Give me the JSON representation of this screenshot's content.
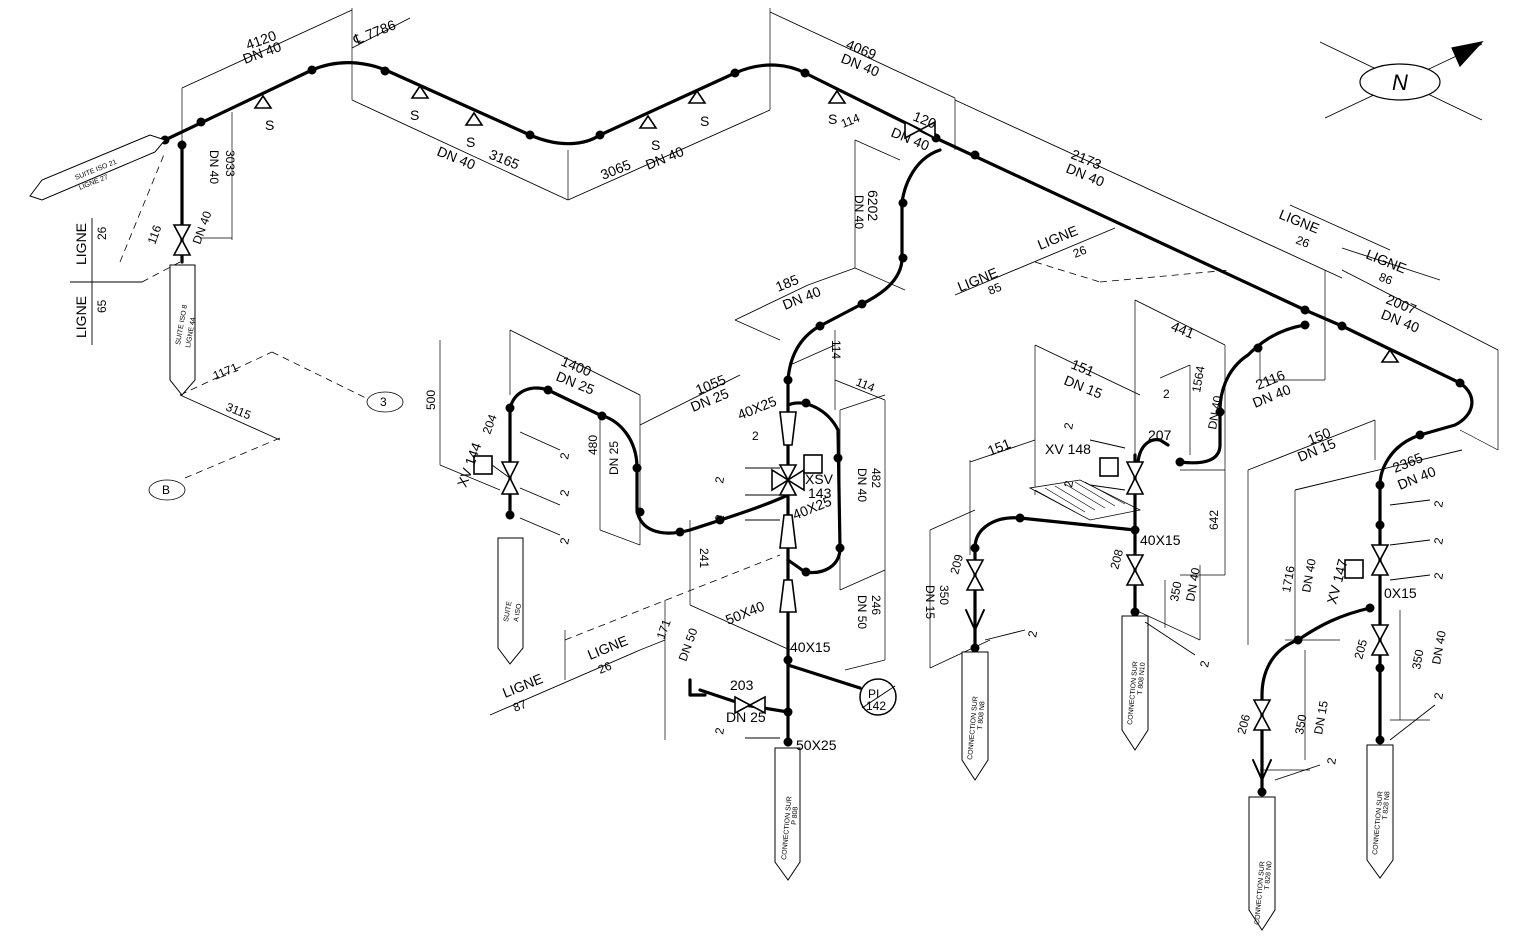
{
  "north": {
    "label": "N"
  },
  "labels": {
    "top_4120": "4120",
    "top_dn40_a": "DN 40",
    "cl_7786": "℄ 7786",
    "top_4069": "4069",
    "top_dn40_b": "DN 40",
    "s1": "S",
    "s2": "S",
    "s3": "S",
    "s4": "S",
    "s5": "S",
    "s6": "S",
    "mid_dn40_a": "DN 40",
    "mid_3165": "3165",
    "mid_3065": "3065",
    "mid_dn40_b": "DN 40",
    "s_114": "114",
    "v_120": "120",
    "v_dn40_120": "DN 40",
    "r_2173": "2173",
    "r_dn40_2173": "DN 40",
    "left_3033": "3033",
    "left_dn40_v": "DN 40",
    "left_116": "116",
    "left_dn40_116": "DN 40",
    "ligne_26_a": "LIGNE",
    "ligne_26_a_n": "26",
    "ligne_65_a": "LIGNE",
    "ligne_65_a_n": "65",
    "suite_top_1": "SUITE ISO 21",
    "suite_top_2": "LIGNE 27",
    "suite_left_1": "SUITE ISO 8",
    "suite_left_2": "LIGNE 44",
    "g_1171": "1171",
    "g_3115": "3115",
    "circle_3": "3",
    "circle_b": "B",
    "c_6202": "6202",
    "c_dn40_6202": "DN 40",
    "c_185": "185",
    "c_dn40_185": "DN 40",
    "c_114a": "114",
    "c_114b": "114",
    "c_1400": "1400",
    "c_dn25_1400": "DN 25",
    "c_1055": "1055",
    "c_dn25_1055": "DN 25",
    "c_500": "500",
    "c_204": "204",
    "xv144": "XV 144",
    "c_480": "480",
    "c_dn25_480": "DN 25",
    "two_labels": [
      "2",
      "2",
      "2",
      "2",
      "2",
      "2",
      "2",
      "2",
      "2",
      "2",
      "2",
      "2",
      "2",
      "2",
      "2",
      "2",
      "2",
      "2",
      "2",
      "2",
      "2",
      "2",
      "2"
    ],
    "suite_a": "SUITE",
    "suite_a2": "A ISO",
    "c_40x25_a": "40X25",
    "xsv": "XSV",
    "xsv_n": "143",
    "c_40x25_b": "40X25",
    "c_482": "482",
    "c_dn40_482": "DN 40",
    "c_241": "241",
    "c_50x40": "50X40",
    "c_246": "246",
    "c_dn50_246": "DN 50",
    "ligne_87": "LIGNE",
    "ligne_87_n": "87",
    "ligne_26_b": "LIGNE",
    "ligne_26_b_n": "26",
    "c_171": "171",
    "c_dn50_171": "DN 50",
    "c_40x15": "40X15",
    "pi_1": "PI",
    "pi_2": "142",
    "c_203": "203",
    "c_dn25_203": "DN 25",
    "c_50x25": "50X25",
    "conn_p": "CONNECTION SUR",
    "conn_p2": "P 808",
    "m_ligne_85": "LIGNE",
    "m_ligne_85_n": "85",
    "m_ligne_26": "LIGNE",
    "m_ligne_26_n": "26",
    "m_441": "441",
    "m_151a": "151",
    "m_dn15_151": "DN 15",
    "m_2": "2",
    "m_207": "207",
    "m_1564": "1564",
    "m_dn40_1564": "DN 40",
    "m_151b": "151",
    "xv148": "XV 148",
    "m_642": "642",
    "m_209": "209",
    "m_350_15": "350",
    "m_dn15": "DN 15",
    "m_40x15": "40X15",
    "m_208": "208",
    "m_350_40": "350",
    "m_dn40": "DN 40",
    "conn_m1": "CONNECTION SUR",
    "conn_m1b": "T 808 N8",
    "conn_m2": "CONNECTION SUR",
    "conn_m2b": "T 808 N10",
    "r_ligne_26": "LIGNE",
    "r_ligne_26_n": "26",
    "r_ligne_86": "LIGNE",
    "r_ligne_86_n": "86",
    "r_2007": "2007",
    "r_dn40_2007": "DN 40",
    "r_2116": "2116",
    "r_dn40_2116": "DN 40",
    "r_150": "150",
    "r_dn15_150": "DN 15",
    "r_2365": "2365",
    "r_dn40_2365": "DN 40",
    "r_1716": "1716",
    "r_dn40_1716": "DN 40",
    "xv147": "XV 147",
    "r_40x15": "0X15",
    "r_205": "205",
    "r_350a": "350",
    "r_dn40_350": "DN 40",
    "r_206": "206",
    "r_350b": "350",
    "r_dn15_350": "DN 15",
    "conn_r1": "CONNECTION SUR",
    "conn_r1b": "T 828 N0",
    "conn_r2": "CONNECTION SUR",
    "conn_r2b": "T 828 N8"
  }
}
